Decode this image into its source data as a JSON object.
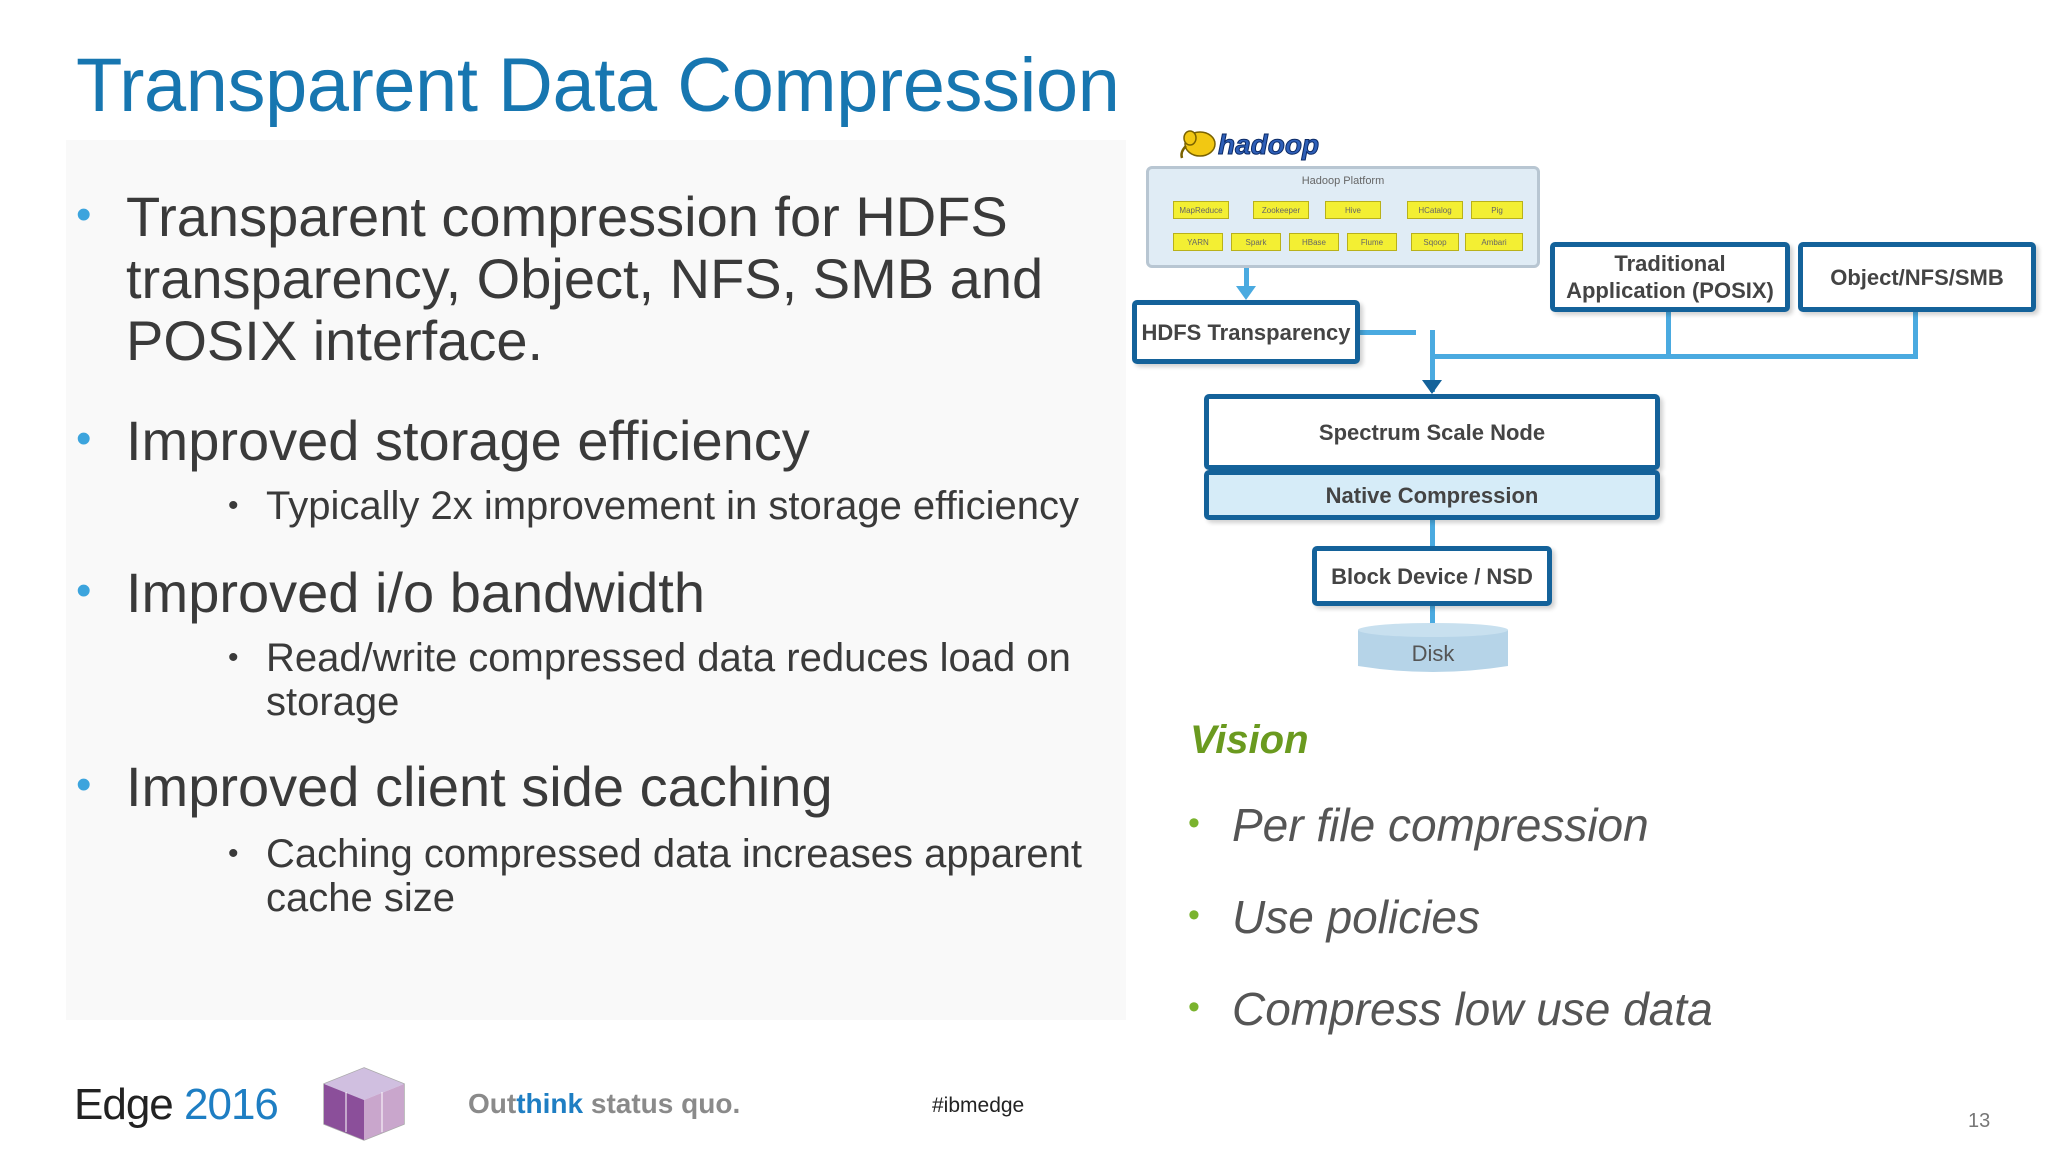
{
  "slide": {
    "title": "Transparent Data Compression",
    "bullets": [
      {
        "text_lines": [
          "Transparent compression for HDFS",
          "transparency, Object, NFS, SMB and",
          "POSIX interface."
        ]
      },
      {
        "text_lines": [
          "Improved storage efficiency"
        ],
        "sub_lines": [
          "Typically 2x improvement in storage efficiency"
        ]
      },
      {
        "text_lines": [
          "Improved i/o bandwidth"
        ],
        "sub_lines": [
          "Read/write compressed data reduces load on",
          "storage"
        ]
      },
      {
        "text_lines": [
          "Improved client side caching"
        ],
        "sub_lines": [
          "Caching compressed data increases apparent",
          "cache size"
        ]
      }
    ]
  },
  "diagram": {
    "hadoop_logo": "hadoop",
    "hadoop_platform_label": "Hadoop Platform",
    "hadoop_platform_row1": [
      "MapReduce",
      "Zookeeper",
      "Hive",
      "HCatalog",
      "Pig"
    ],
    "hadoop_platform_row2": [
      "YARN",
      "Spark",
      "HBase",
      "Flume",
      "Sqoop",
      "Ambari"
    ],
    "hdfs_transparency": "HDFS Transparency",
    "traditional_app_lines": [
      "Traditional",
      "Application (POSIX)"
    ],
    "object_nfs_smb": "Object/NFS/SMB",
    "spectrum_scale_node": "Spectrum Scale Node",
    "native_compression": "Native Compression",
    "block_device": "Block Device / NSD",
    "disk": "Disk"
  },
  "vision": {
    "title": "Vision",
    "items": [
      "Per file compression",
      "Use policies",
      "Compress low use data"
    ]
  },
  "footer": {
    "edge": "Edge",
    "year": "2016",
    "tagline_pre": "Out",
    "tagline_hl": "think",
    "tagline_post": " status quo.",
    "hashtag": "#ibmedge",
    "page_number": "13"
  },
  "colors": {
    "title": "#1776b0",
    "bullet_dot": "#3ca4dd",
    "box_border": "#14629a",
    "connector": "#4aaae0",
    "vision": "#6a9a1f"
  }
}
